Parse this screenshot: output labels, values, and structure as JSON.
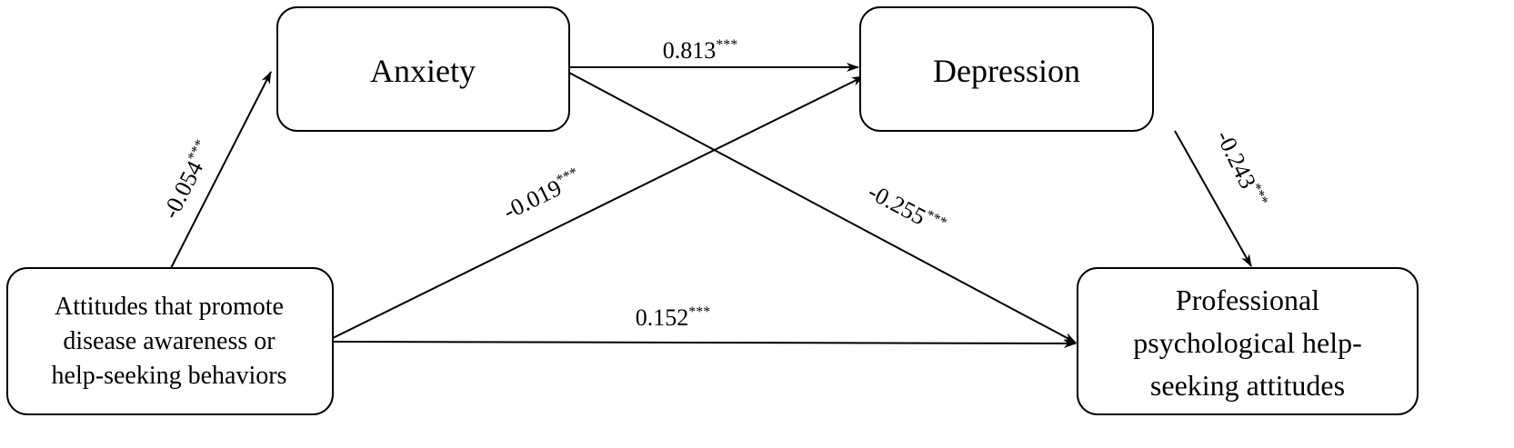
{
  "nodes": {
    "anxiety": {
      "lines": [
        "Anxiety"
      ]
    },
    "depression": {
      "lines": [
        "Depression"
      ]
    },
    "predictor": {
      "lines": [
        "Attitudes that promote",
        "disease awareness or",
        "help-seeking behaviors"
      ]
    },
    "outcome": {
      "lines": [
        "Professional",
        "psychological help-",
        "seeking attitudes"
      ]
    }
  },
  "edges": {
    "predictor_to_anxiety": {
      "value": "-0.054",
      "sig": "***"
    },
    "anxiety_to_depression": {
      "value": "0.813",
      "sig": "***"
    },
    "predictor_to_depression": {
      "value": "-0.019",
      "sig": "***"
    },
    "anxiety_to_outcome": {
      "value": "-0.255",
      "sig": "***"
    },
    "depression_to_outcome": {
      "value": "-0.243",
      "sig": "***"
    },
    "predictor_to_outcome": {
      "value": "0.152",
      "sig": "***"
    }
  }
}
